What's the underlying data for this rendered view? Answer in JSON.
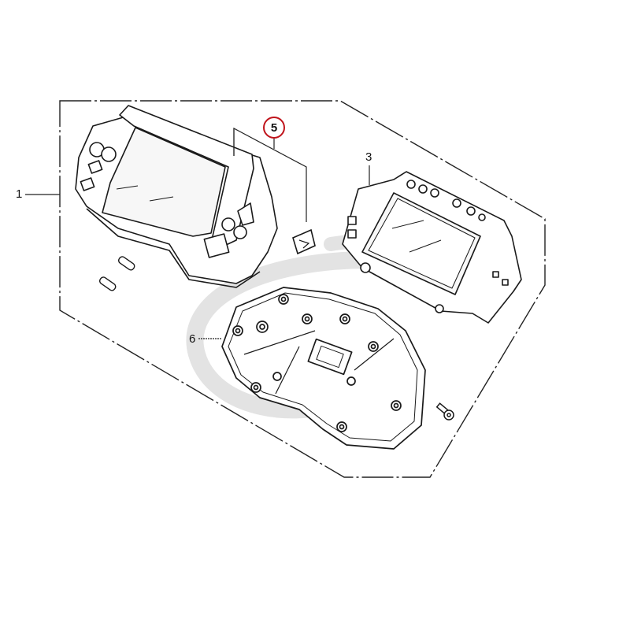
{
  "diagram": {
    "type": "exploded-parts-diagram",
    "colors": {
      "line": "#1a1a1a",
      "frame": "#222222",
      "highlight_circle": "#c0141c",
      "watermark": "#e3e3e3"
    },
    "callouts": [
      {
        "id": "1",
        "label": "1",
        "part": "meter-assembly",
        "highlighted": false
      },
      {
        "id": "3",
        "label": "3",
        "part": "meter-unit-lcd",
        "highlighted": false
      },
      {
        "id": "5",
        "label": "5",
        "part": "meter-rubber-pad",
        "highlighted": true
      },
      {
        "id": "6",
        "label": "6",
        "part": "meter-lower-case",
        "highlighted": false
      }
    ]
  }
}
